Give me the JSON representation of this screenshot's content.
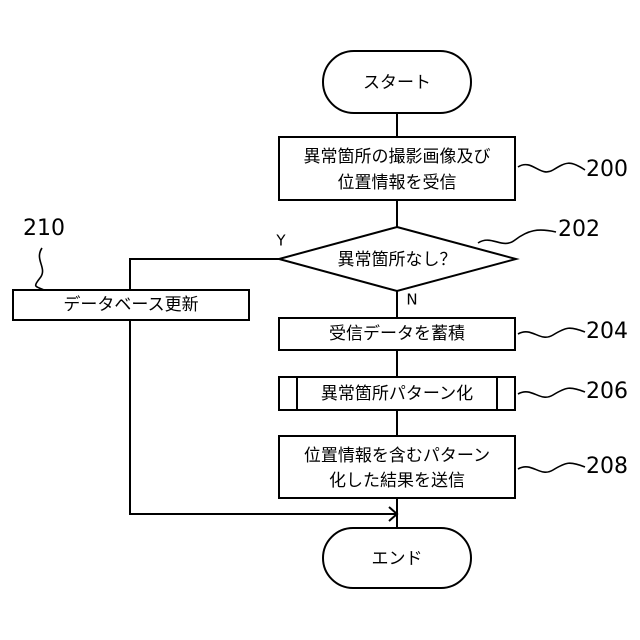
{
  "flowchart": {
    "start": "スタート",
    "receive_line1": "異常箇所の撮影画像及び",
    "receive_line2": "位置情報を受信",
    "decision": "異常箇所なし？",
    "yes": "Y",
    "no": "N",
    "db_update": "データベース更新",
    "accumulate": "受信データを蓄積",
    "patternize": "異常箇所パターン化",
    "send_line1": "位置情報を含むパターン",
    "send_line2": "化した結果を送信",
    "end": "エンド"
  },
  "refs": {
    "r200": "200",
    "r202": "202",
    "r204": "204",
    "r206": "206",
    "r208": "208",
    "r210": "210"
  }
}
